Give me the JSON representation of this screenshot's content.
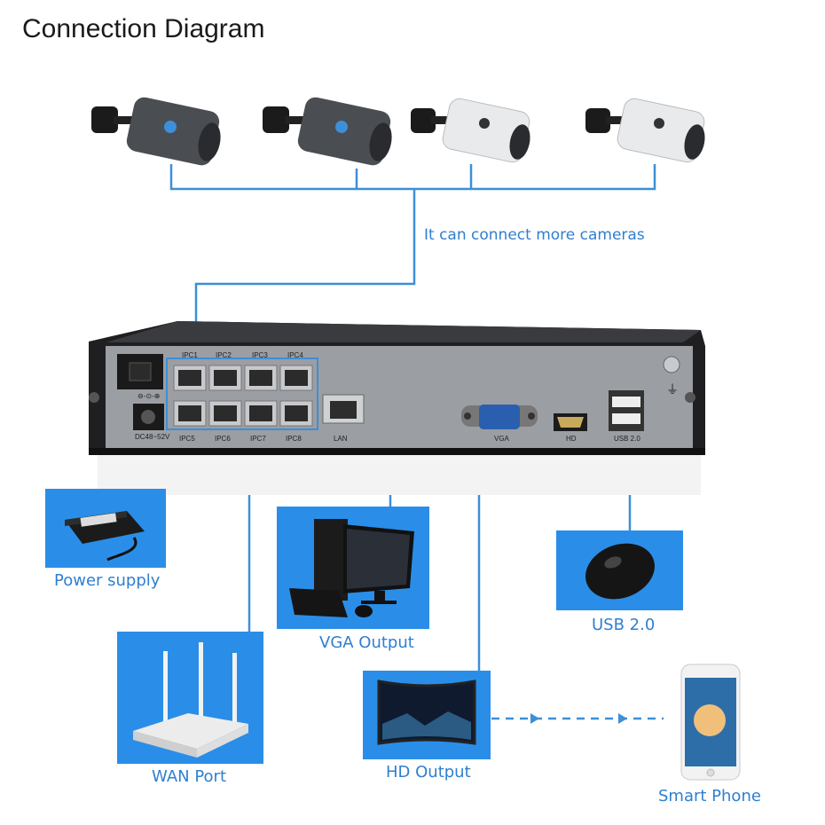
{
  "title": "Connection Diagram",
  "caption_more_cameras": "It can connect more cameras",
  "nvr": {
    "ports_top": [
      "IPC1",
      "IPC2",
      "IPC3",
      "IPC4"
    ],
    "ports_bottom": [
      "IPC5",
      "IPC6",
      "IPC7",
      "IPC8"
    ],
    "lan": "LAN",
    "vga": "VGA",
    "hd": "HD",
    "usb": "USB 2.0",
    "power_rating": "DC48~52V",
    "power_symbol": "⊖-⊙-⊕"
  },
  "devices": {
    "power_supply": "Power supply",
    "vga_output": "VGA Output",
    "usb": "USB 2.0",
    "wan": "WAN Port",
    "hd_output": "HD Output",
    "smart_phone": "Smart Phone"
  },
  "colors": {
    "line": "#3d8fd8",
    "panel": "#2a8ee8",
    "label": "#2f7fd0",
    "nvr_body": "#1f1f22",
    "nvr_face": "#9b9ea3"
  }
}
